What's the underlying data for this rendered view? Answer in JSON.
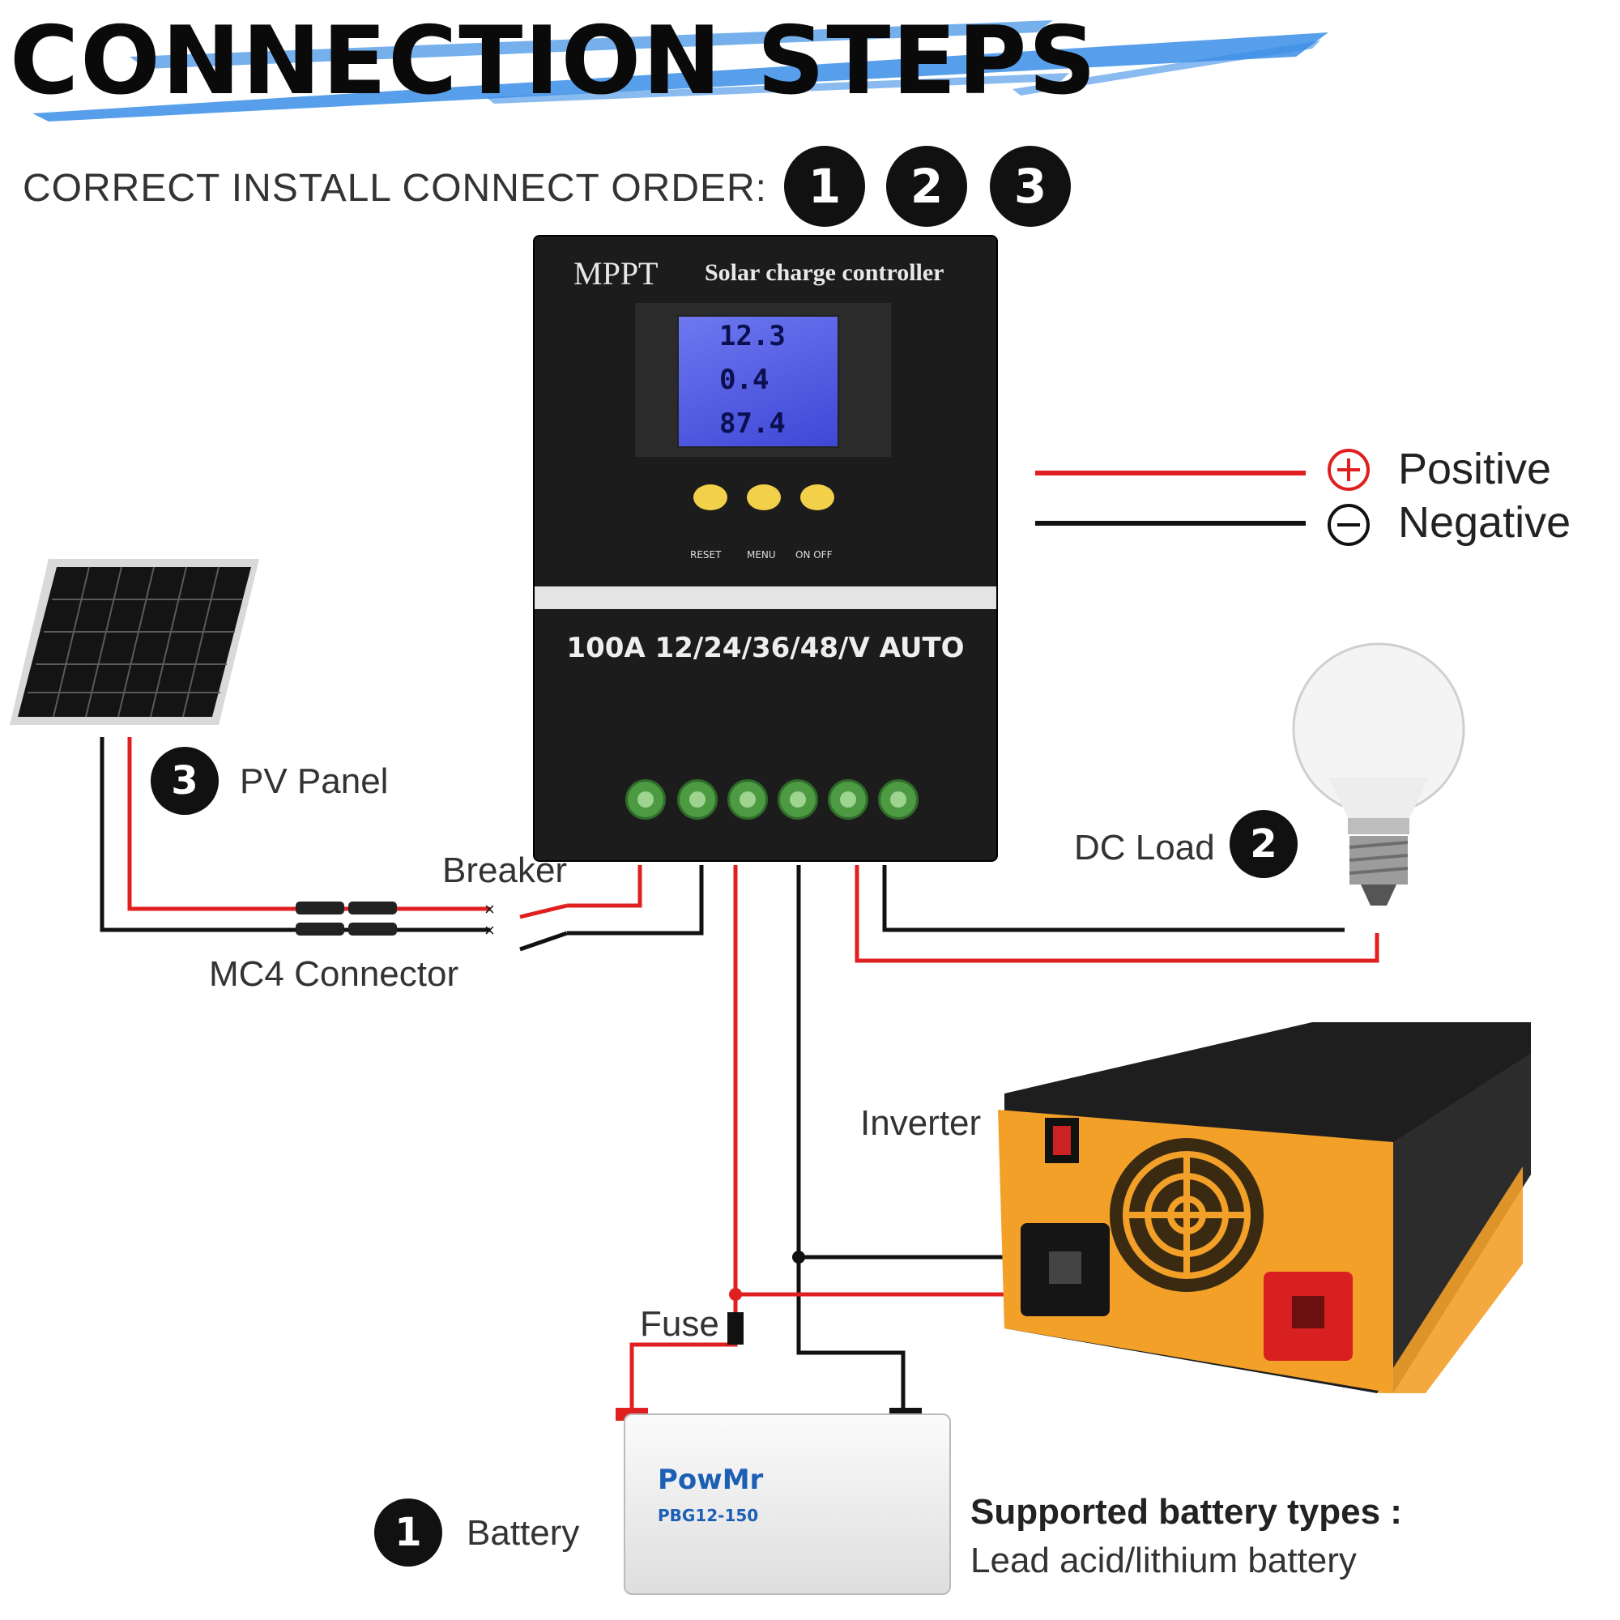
{
  "title": "CONNECTION STEPS",
  "order_label": "CORRECT INSTALL CONNECT ORDER:",
  "order_steps": [
    "1",
    "2",
    "3"
  ],
  "legend": {
    "positive": "Positive",
    "negative": "Negative",
    "positive_color": "#e02020",
    "negative_color": "#111111"
  },
  "controller": {
    "brand": "MPPT",
    "title": "Solar charge controller",
    "lcd": {
      "voltage": "12.3",
      "current": "0.4",
      "percent": "87.4"
    },
    "buttons": [
      "RESET",
      "MENU",
      "ON OFF"
    ],
    "model": "100A 12/24/36/48/V AUTO"
  },
  "components": {
    "pv_panel": {
      "step": "3",
      "label": "PV Panel"
    },
    "breaker": {
      "label": "Breaker"
    },
    "mc4": {
      "label": "MC4 Connector"
    },
    "dc_load": {
      "step": "2",
      "label": "DC Load"
    },
    "inverter": {
      "label": "Inverter"
    },
    "fuse": {
      "label": "Fuse"
    },
    "battery": {
      "step": "1",
      "label": "Battery",
      "brand": "PowMr",
      "model": "PBG12-150"
    }
  },
  "supported": {
    "title": "Supported battery types :",
    "types": "Lead acid/lithium battery"
  },
  "colors": {
    "accent_blue": "#3a8ee6",
    "wire_red": "#e02020",
    "wire_black": "#111111",
    "inverter_orange": "#f2a028"
  }
}
